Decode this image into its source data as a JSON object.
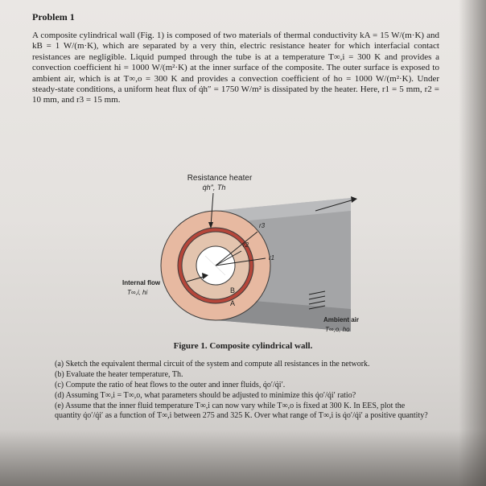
{
  "problem": {
    "title": "Problem 1",
    "paragraph": "A composite cylindrical wall (Fig. 1) is composed of two materials of thermal conductivity kA = 15 W/(m·K) and kB = 1 W/(m·K), which are separated by a very thin, electric resistance heater for which interfacial contact resistances are negligible. Liquid pumped through the tube is at a temperature T∞,i = 300 K and provides a convection coefficient hi = 1000 W/(m²·K) at the inner surface of the composite. The outer surface is exposed to ambient air, which is at T∞,o = 300 K and provides a convection coefficient of ho = 1000 W/(m²·K). Under steady-state conditions, a uniform heat flux of q̇h″ = 1750 W/m² is dissipated by the heater. Here, r1 = 5 mm, r2 = 10 mm, and r3 = 15 mm."
  },
  "figure": {
    "heater_label": "Resistance heater",
    "heater_sub": "q̇h″, Th",
    "r3": "r3",
    "r2": "r2",
    "r1": "r1",
    "layer_b": "B",
    "layer_a": "A",
    "internal_label": "Internal flow",
    "internal_sub": "T∞,i, hi",
    "ambient_label": "Ambient air",
    "ambient_sub": "T∞,o, ho",
    "caption": "Figure 1. Composite cylindrical wall.",
    "colors": {
      "outer_ring": "#e7b9a1",
      "heater_ring": "#b5463a",
      "inner_ring": "#e3c4ae",
      "tube": "#a4a5a7"
    }
  },
  "questions": [
    "(a) Sketch the equivalent thermal circuit of the system and compute all resistances in the network.",
    "(b) Evaluate the heater temperature, Th.",
    "(c) Compute the ratio of heat flows to the outer and inner fluids, q̇o′/q̇i′.",
    "(d) Assuming T∞,i = T∞,o, what parameters should be adjusted to minimize this q̇o′/q̇i′ ratio?",
    "(e) Assume that the inner fluid temperature T∞,i can now vary while T∞,o is fixed at 300 K. In EES, plot the quantity q̇o′/q̇i′ as a function of T∞,i between 275 and 325 K. Over what range of T∞,i is q̇o′/q̇i′ a positive quantity?"
  ]
}
